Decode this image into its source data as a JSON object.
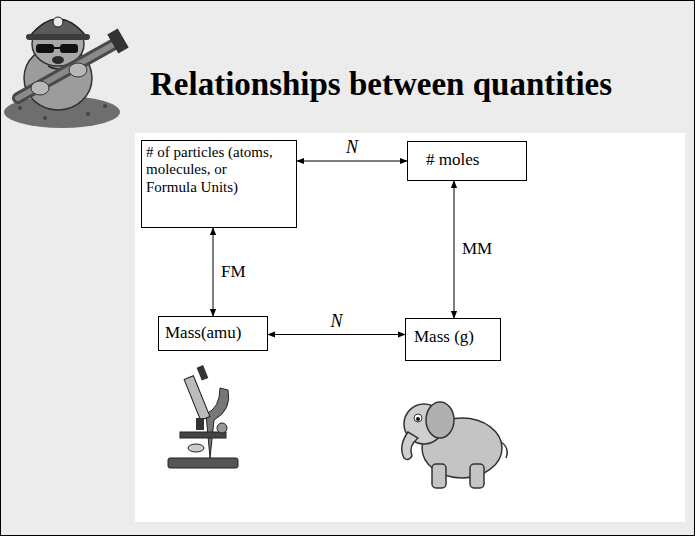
{
  "diagram": {
    "title": "Relationships between quantities",
    "nodes": [
      {
        "text": [
          "# of particles (atoms, molecules, or Formula Units)"
        ]
      },
      {
        "text": [
          "# moles"
        ]
      },
      {
        "text": [
          "Mass(amu)"
        ]
      },
      {
        "text": [
          "Mass (g)"
        ]
      }
    ],
    "edges": [
      {
        "from": 0,
        "to": 1,
        "label": "N",
        "arrow": "both"
      },
      {
        "from": 0,
        "to": 2,
        "label": "FM",
        "arrow": "both"
      },
      {
        "from": 1,
        "to": 3,
        "label": "MM",
        "arrow": "both"
      },
      {
        "from": 2,
        "to": 3,
        "label": "N",
        "arrow": "both"
      }
    ]
  }
}
